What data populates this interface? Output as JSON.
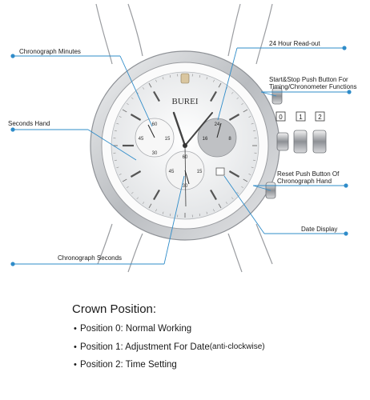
{
  "dial": {
    "brand": "BUREI",
    "sub_dials": {
      "left": [
        "60",
        "15",
        "30",
        "45"
      ],
      "right": [
        "24",
        "8",
        "16"
      ],
      "bottom": [
        "60",
        "30",
        "45",
        "15"
      ]
    }
  },
  "callouts": {
    "chrono_minutes": "Chronograph Minutes",
    "seconds_hand": "Seconds Hand",
    "chrono_seconds": "Chronograph Seconds",
    "hour24": "24 Hour Read-out",
    "start_stop_line1": "Start&Stop Push Button For",
    "start_stop_line2": "Timing/Chronometer Functions",
    "reset_line1": "Reset Push Button Of",
    "reset_line2": "Chronograph Hand",
    "date_display": "Date Display"
  },
  "crown_labels": [
    "0",
    "1",
    "2"
  ],
  "crown": {
    "title": "Crown Position:",
    "positions": [
      {
        "label": "Position 0: Normal Working",
        "note": ""
      },
      {
        "label": "Position 1: Adjustment For Date",
        "note": "(anti-clockwise)"
      },
      {
        "label": "Position 2: Time Setting",
        "note": ""
      }
    ]
  },
  "colors": {
    "callout_line": "#2f8cc9",
    "steel": "#c9ccd0",
    "dial": "#f4f4f4"
  }
}
